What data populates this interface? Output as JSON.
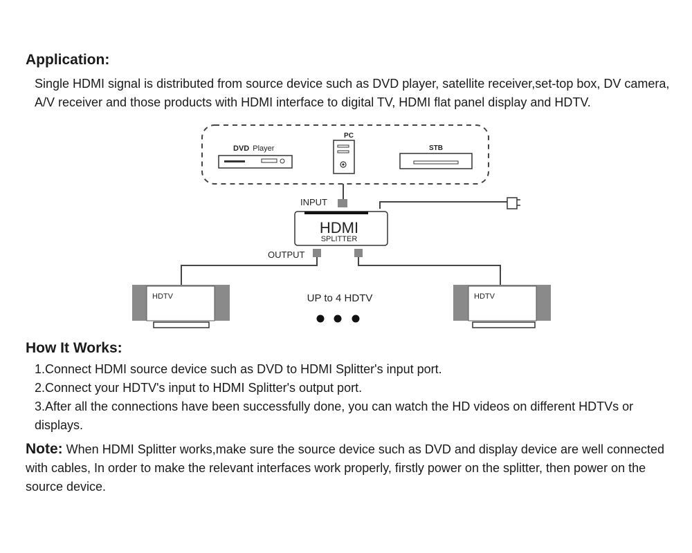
{
  "application": {
    "heading": "Application:",
    "text": "Single HDMI signal is distributed from source device such as DVD player, satellite receiver,set-top box, DV camera, A/V receiver and those products with HDMI interface to digital TV, HDMI flat panel display and HDTV."
  },
  "diagram": {
    "dvd_bold": "DVD",
    "dvd_rest": "Player",
    "pc": "PC",
    "stb": "STB",
    "input": "INPUT",
    "output": "OUTPUT",
    "splitter_title": "HDMI",
    "splitter_sub": "SPLITTER",
    "hdtv_left": "HDTV",
    "hdtv_right": "HDTV",
    "up_to": "UP to 4 HDTV"
  },
  "how_it_works": {
    "heading": "How It Works:",
    "steps": [
      "1.Connect HDMI source device such as DVD to HDMI Splitter's input port.",
      "2.Connect your HDTV's input to HDMI Splitter's output port.",
      "3.After all the connections have been successfully done, you can watch the HD videos on different HDTVs or displays."
    ]
  },
  "note": {
    "label": "Note:",
    "text": " When HDMI Splitter works,make sure the source device such as DVD and display device are well connected with cables, In order to make the relevant interfaces work properly, firstly power on the splitter, then power on the source device."
  }
}
